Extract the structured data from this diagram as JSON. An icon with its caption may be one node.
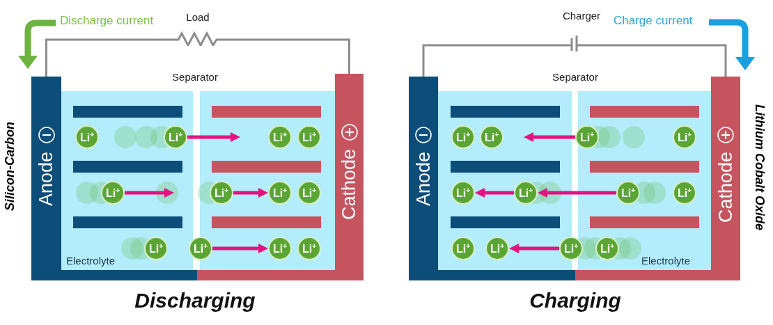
{
  "diagram": {
    "nodes": [
      {
        "text": [
          "Anode"
        ],
        "beside": [
          "Silicon-Carbon"
        ]
      },
      {
        "text": [
          "Cathode"
        ]
      },
      {
        "text": [
          "Load"
        ]
      },
      {
        "text": [
          "Li$^{+}$"
        ]
      },
      {
        "text": [
          "Li$^{+}$"
        ]
      },
      {
        "text": [
          "Li$^{+}$"
        ]
      },
      {
        "text": [
          "Li$^{+}$"
        ]
      },
      {
        "text": [
          "Li$^{+}$"
        ]
      },
      {
        "text": [
          "Li$^{+}$"
        ]
      },
      {
        "text": [
          "Li$^{+}$"
        ]
      },
      {
        "text": [
          "Li$^{+}$"
        ]
      },
      {
        "text": [
          "Li$^{+}$"
        ]
      },
      {
        "text": [
          "Li$^{+}$"
        ]
      },
      {
        "text": [
          "Li$^{+}$"
        ]
      },
      {
        "text": [
          "Li$^{+}$"
        ]
      },
      {
        "text": [
          "Anode"
        ]
      },
      {
        "text": [
          "Cathode"
        ],
        "beside": [
          "Lithium Cobalt Oxide"
        ]
      },
      {
        "text": [
          "Charger"
        ]
      },
      {
        "text": [
          "Li$^{+}$"
        ]
      },
      {
        "text": [
          "Li$^{+}$"
        ]
      },
      {
        "text": [
          "Li$^{+}$"
        ]
      },
      {
        "text": [
          "Li$^{+}$"
        ]
      },
      {
        "text": [
          "Li$^{+}$"
        ]
      },
      {
        "text": [
          "Li$^{+}$"
        ]
      },
      {
        "text": [
          "Li$^{+}$"
        ]
      },
      {
        "text": [
          "Li$^{+}$"
        ]
      },
      {
        "text": [
          "Li$^{+}$"
        ]
      },
      {
        "text": [
          "Li$^{+}$"
        ]
      },
      {
        "text": [
          "Li$^{+}$"
        ]
      },
      {
        "text": [
          "Li$^{+}$"
        ]
      }
    ],
    "edges": [
      {
        "from": 0,
        "to": 2,
        "arrow": "none",
        "color": "#8c8c8c"
      },
      {
        "from": 2,
        "to": 1,
        "arrow": "none",
        "color": "#8c8c8c"
      },
      {
        "from": 15,
        "to": 17,
        "arrow": "none",
        "color": "#8c8c8c"
      },
      {
        "from": 17,
        "to": 16,
        "arrow": "none",
        "color": "#8c8c8c"
      },
      {
        "from": 4,
        "to": null,
        "arrow": "to"
      },
      {
        "from": 7,
        "to": null,
        "arrow": "to"
      },
      {
        "from": 8,
        "to": 9,
        "arrow": "to"
      },
      {
        "from": 12,
        "to": 13,
        "arrow": "to"
      },
      {
        "from": 20,
        "to": null,
        "arrow": "to"
      },
      {
        "from": 23,
        "to": 22,
        "arrow": "to"
      },
      {
        "from": 24,
        "to": 23,
        "arrow": "to"
      },
      {
        "from": 28,
        "to": 27,
        "arrow": "to"
      }
    ],
    "labels": [
      "Discharge current",
      "Separator",
      "Electrolyte",
      "Discharging",
      "Charge current",
      "Separator",
      "Electrolyte",
      "Charging"
    ]
  }
}
